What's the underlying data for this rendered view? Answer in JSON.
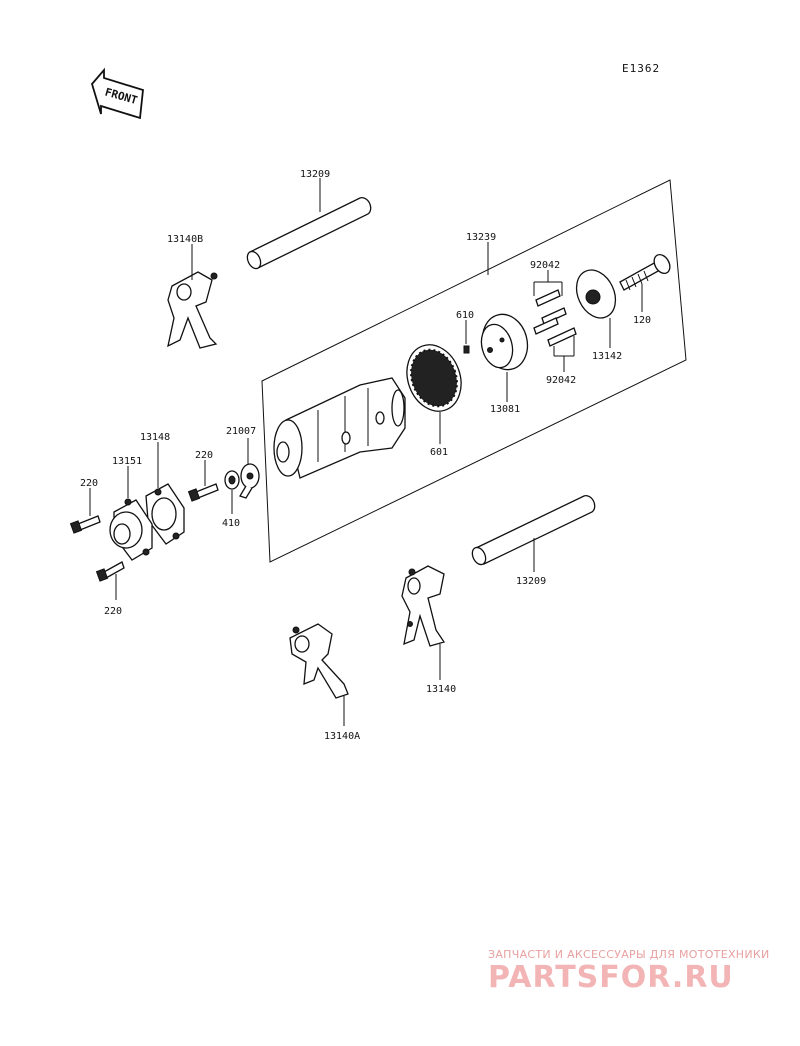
{
  "diagram_code": "E1362",
  "front_label": "FRONT",
  "parts": {
    "shaft_top": "13209",
    "fork_b": "13140B",
    "drum_assembly": "13239",
    "pin_top": "92042",
    "plate_pin": "610",
    "drum_plate": "13142",
    "bolt_right": "120",
    "pin_bottom": "92042",
    "cam": "13081",
    "bearing": "601",
    "retainer_cover": "13148",
    "bolt_mid": "220",
    "stopper": "21007",
    "bolt_left_top": "220",
    "cover": "13151",
    "washer": "410",
    "bolt_left_bottom": "220",
    "shaft_bottom": "13209",
    "fork": "13140",
    "fork_a": "13140A"
  },
  "watermark": {
    "tagline": "ЗАПЧАСТИ И АКСЕССУАРЫ ДЛЯ МОТОТЕХНИКИ",
    "logo": "PARTSFOR.RU"
  },
  "colors": {
    "ink": "#111111",
    "watermark": "#f2b4b4"
  }
}
